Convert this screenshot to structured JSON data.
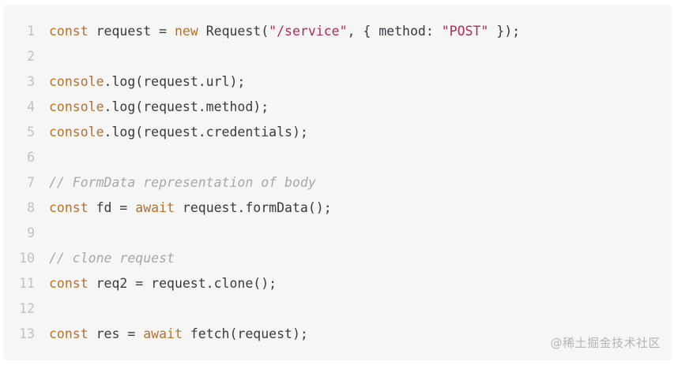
{
  "code": {
    "lines": [
      {
        "num": "1",
        "tokens": [
          {
            "t": "kw",
            "v": "const"
          },
          {
            "t": "txt",
            "v": " request = "
          },
          {
            "t": "kw",
            "v": "new"
          },
          {
            "t": "txt",
            "v": " Request("
          },
          {
            "t": "str",
            "v": "\"/service\""
          },
          {
            "t": "txt",
            "v": ", { method: "
          },
          {
            "t": "str",
            "v": "\"POST\""
          },
          {
            "t": "txt",
            "v": " });"
          }
        ]
      },
      {
        "num": "2",
        "tokens": []
      },
      {
        "num": "3",
        "tokens": [
          {
            "t": "kw",
            "v": "console"
          },
          {
            "t": "txt",
            "v": ".log(request.url);"
          }
        ]
      },
      {
        "num": "4",
        "tokens": [
          {
            "t": "kw",
            "v": "console"
          },
          {
            "t": "txt",
            "v": ".log(request.method);"
          }
        ]
      },
      {
        "num": "5",
        "tokens": [
          {
            "t": "kw",
            "v": "console"
          },
          {
            "t": "txt",
            "v": ".log(request.credentials);"
          }
        ]
      },
      {
        "num": "6",
        "tokens": []
      },
      {
        "num": "7",
        "tokens": [
          {
            "t": "cm",
            "v": "// FormData representation of body"
          }
        ]
      },
      {
        "num": "8",
        "tokens": [
          {
            "t": "kw",
            "v": "const"
          },
          {
            "t": "txt",
            "v": " fd = "
          },
          {
            "t": "kw",
            "v": "await"
          },
          {
            "t": "txt",
            "v": " request.formData();"
          }
        ]
      },
      {
        "num": "9",
        "tokens": []
      },
      {
        "num": "10",
        "tokens": [
          {
            "t": "cm",
            "v": "// clone request"
          }
        ]
      },
      {
        "num": "11",
        "tokens": [
          {
            "t": "kw",
            "v": "const"
          },
          {
            "t": "txt",
            "v": " req2 = request.clone();"
          }
        ]
      },
      {
        "num": "12",
        "tokens": []
      },
      {
        "num": "13",
        "tokens": [
          {
            "t": "kw",
            "v": "const"
          },
          {
            "t": "txt",
            "v": " res = "
          },
          {
            "t": "kw",
            "v": "await"
          },
          {
            "t": "txt",
            "v": " fetch(request);"
          }
        ]
      }
    ]
  },
  "watermark": "@稀土掘金技术社区",
  "colors": {
    "background": "#f6f6f6",
    "keyword": "#b5702a",
    "string": "#b22a55",
    "comment": "#a8a8a8",
    "text": "#383a42",
    "line_number": "#c0c0c0"
  }
}
